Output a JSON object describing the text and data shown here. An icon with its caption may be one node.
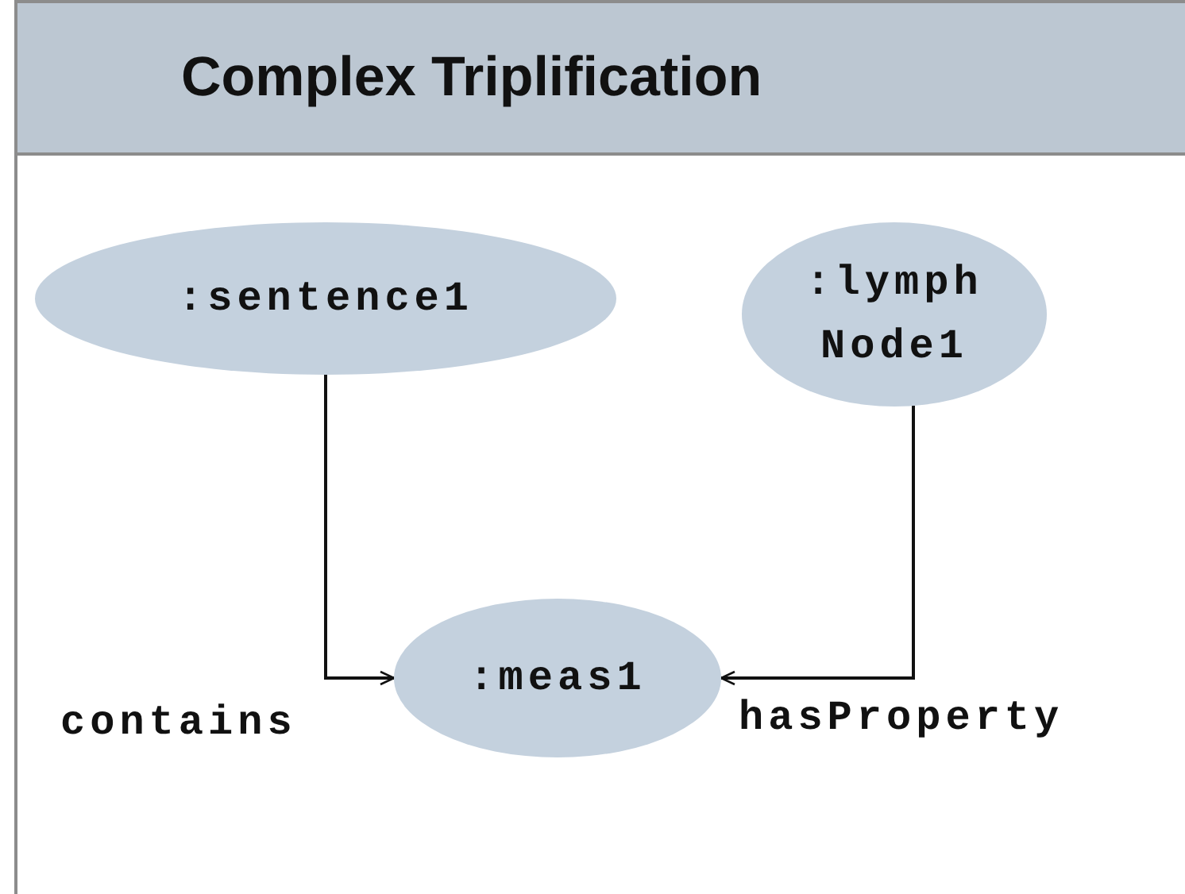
{
  "diagram": {
    "title": "Complex Triplification",
    "nodes": [
      {
        "text": [
          ":sentence1"
        ]
      },
      {
        "text": [
          ":lymph Node1"
        ]
      },
      {
        "text": [
          ":meas1"
        ]
      }
    ],
    "edges": [
      {
        "from": 0,
        "to": 2,
        "arrow": "to",
        "label": "contains"
      },
      {
        "from": 1,
        "to": 2,
        "arrow": "to",
        "label": "hasProperty"
      }
    ]
  }
}
